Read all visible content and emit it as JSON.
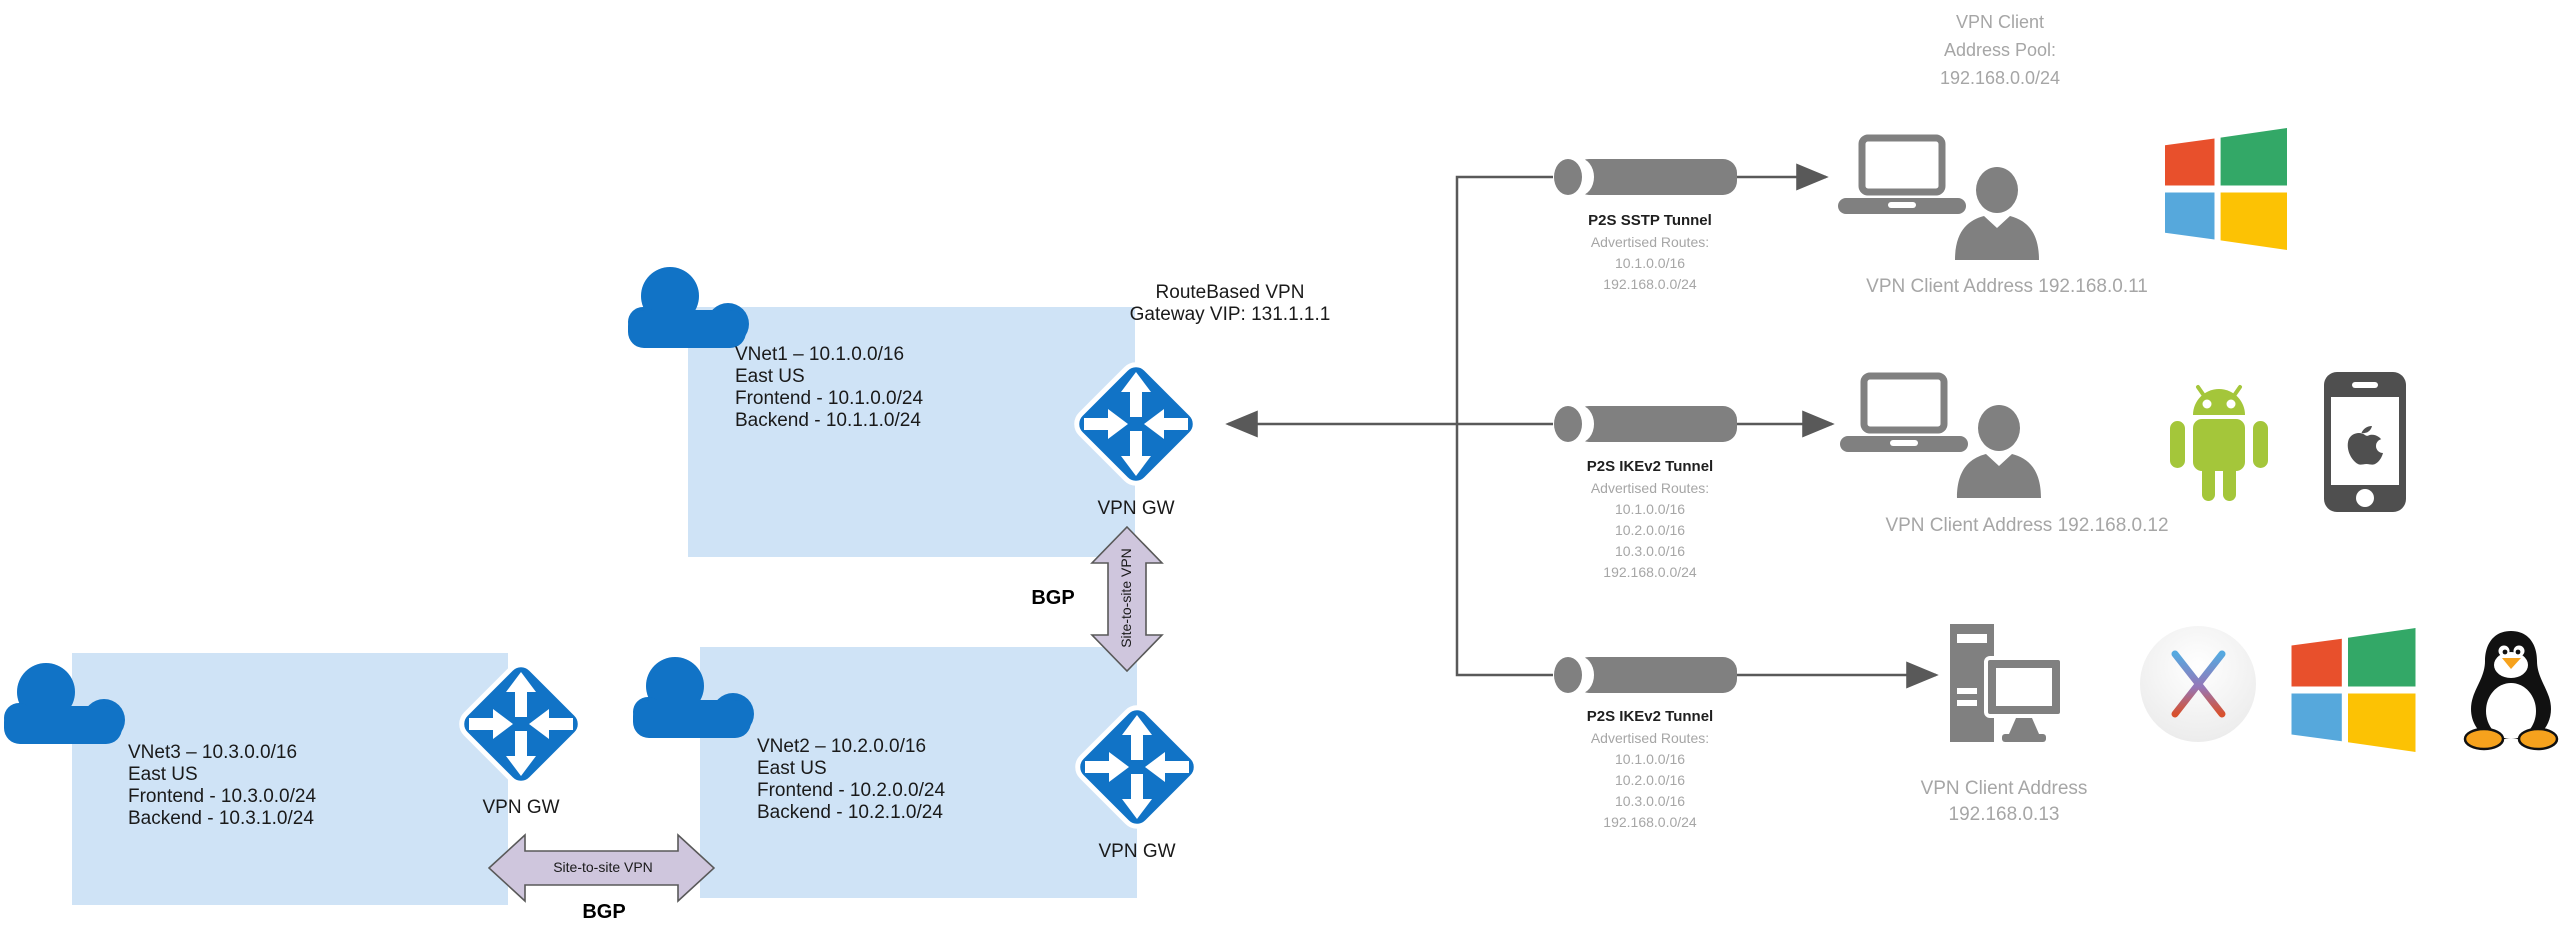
{
  "pool_note": {
    "line1": "VPN Client",
    "line2": "Address Pool:",
    "line3": "192.168.0.0/24"
  },
  "gateway_note": {
    "line1": "RouteBased VPN",
    "line2": "Gateway VIP: 131.1.1.1"
  },
  "vnet1": {
    "name_cidr": "VNet1 – 10.1.0.0/16",
    "region": "East US",
    "frontend": "Frontend - 10.1.0.0/24",
    "backend": "Backend - 10.1.1.0/24",
    "gw_label": "VPN GW"
  },
  "vnet2": {
    "name_cidr": "VNet2 – 10.2.0.0/16",
    "region": "East US",
    "frontend": "Frontend - 10.2.0.0/24",
    "backend": "Backend - 10.2.1.0/24",
    "gw_label": "VPN GW"
  },
  "vnet3": {
    "name_cidr": "VNet3 – 10.3.0.0/16",
    "region": "East US",
    "frontend": "Frontend - 10.3.0.0/24",
    "backend": "Backend - 10.3.1.0/24",
    "gw_label": "VPN GW"
  },
  "s2s_vertical": {
    "label": "Site-to-site VPN",
    "protocol": "BGP"
  },
  "s2s_horizontal": {
    "label": "Site-to-site VPN",
    "protocol": "BGP"
  },
  "tunnel1": {
    "title": "P2S SSTP Tunnel",
    "routes_header": "Advertised Routes:",
    "routes": [
      "10.1.0.0/16",
      "192.168.0.0/24"
    ]
  },
  "tunnel2": {
    "title": "P2S IKEv2 Tunnel",
    "routes_header": "Advertised Routes:",
    "routes": [
      "10.1.0.0/16",
      "10.2.0.0/16",
      "10.3.0.0/16",
      "192.168.0.0/24"
    ]
  },
  "tunnel3": {
    "title": "P2S IKEv2 Tunnel",
    "routes_header": "Advertised Routes:",
    "routes": [
      "10.1.0.0/16",
      "10.2.0.0/16",
      "10.3.0.0/16",
      "192.168.0.0/24"
    ]
  },
  "client1": {
    "caption": "VPN Client Address 192.168.0.11"
  },
  "client2": {
    "caption": "VPN Client Address 192.168.0.12"
  },
  "client3": {
    "caption_line1": "VPN Client Address",
    "caption_line2": "192.168.0.13"
  },
  "colors": {
    "azure_blue": "#1173c6",
    "vnet_box": "#cfe3f6",
    "icon_gray": "#808080",
    "line_gray": "#595959",
    "text_gray": "#a6a6a6",
    "lavender": "#cfc6dd",
    "android_green": "#a4c63a",
    "win_red": "#e8502c",
    "win_green": "#33a867",
    "win_blue": "#56a8dc",
    "win_yellow": "#fcc204"
  }
}
